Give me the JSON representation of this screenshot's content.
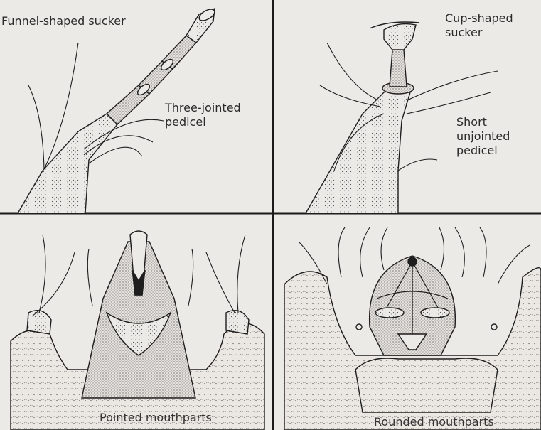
{
  "panels": {
    "top_left": {
      "label_sucker": "Funnel-shaped sucker",
      "label_pedicel": "Three-jointed\npedicel"
    },
    "top_right": {
      "label_sucker": "Cup-shaped\nsucker",
      "label_pedicel": "Short\nunjointed\npedicel"
    },
    "bottom_left": {
      "caption": "Pointed mouthparts"
    },
    "bottom_right": {
      "caption": "Rounded mouthparts"
    }
  },
  "colors": {
    "ink": "#1e1e1e",
    "paper": "#eceae6",
    "divider": "#1a1a1a"
  }
}
